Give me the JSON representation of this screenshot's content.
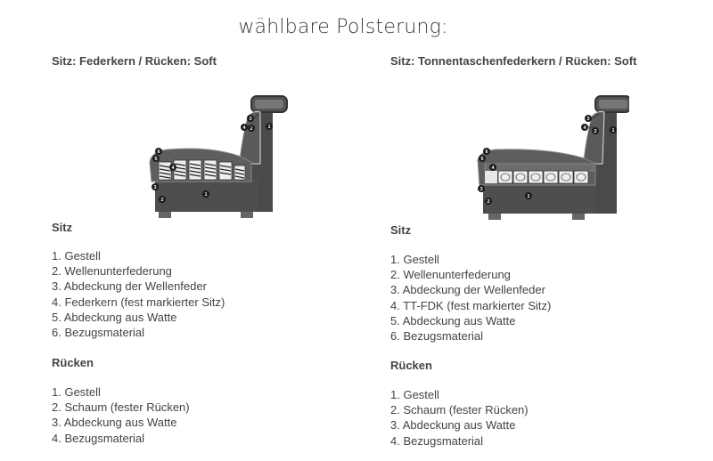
{
  "page": {
    "title": "wählbare Polsterung:"
  },
  "options": [
    {
      "subtitle": "Sitz: Federkern / Rücken: Soft",
      "diagram": {
        "type": "federkern",
        "labels_seat": [
          "1",
          "2",
          "3",
          "4",
          "5",
          "6"
        ],
        "labels_back": [
          "1",
          "2",
          "3",
          "4"
        ]
      },
      "sitz": {
        "heading": "Sitz",
        "items": [
          "1. Gestell",
          "2. Wellenunterfederung",
          "3. Abdeckung der Wellenfeder",
          "4. Federkern (fest markierter Sitz)",
          "5. Abdeckung aus Watte",
          "6. Bezugsmaterial"
        ]
      },
      "ruecken": {
        "heading": "Rücken",
        "items": [
          "1. Gestell",
          "2. Schaum (fester Rücken)",
          "3. Abdeckung aus Watte",
          "4. Bezugsmaterial"
        ]
      }
    },
    {
      "subtitle": "Sitz: Tonnentaschenfederkern / Rücken: Soft",
      "diagram": {
        "type": "tonnentaschenfederkern",
        "labels_seat": [
          "1",
          "2",
          "3",
          "4",
          "5",
          "6"
        ],
        "labels_back": [
          "1",
          "2",
          "3",
          "4"
        ]
      },
      "sitz": {
        "heading": "Sitz",
        "items": [
          "1. Gestell",
          "2. Wellenunterfederung",
          "3. Abdeckung der Wellenfeder",
          "4. TT-FDK (fest markierter Sitz)",
          "5. Abdeckung aus Watte",
          "6. Bezugsmaterial"
        ]
      },
      "ruecken": {
        "heading": "Rücken",
        "items": [
          "1. Gestell",
          "2. Schaum (fester Rücken)",
          "3. Abdeckung aus Watte",
          "4. Bezugsmaterial"
        ]
      }
    }
  ],
  "colors": {
    "frame": "#4a4a4a",
    "cushion": "#6a6a6a",
    "spring_bg": "#e8e8e8",
    "marker": "#1a1a1a"
  }
}
